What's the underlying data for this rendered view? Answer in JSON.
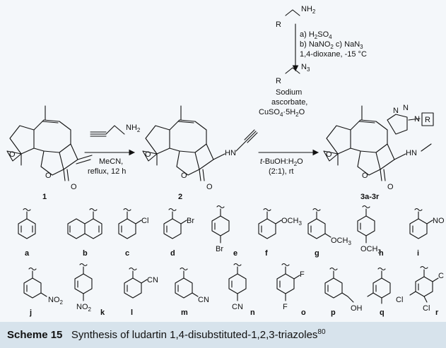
{
  "scheme": {
    "compounds": {
      "start": "1",
      "intermediate": "2",
      "products": "3a-3r"
    },
    "top_reagent": {
      "amine_r": "R",
      "amine_group": "NH",
      "amine_sub": "2",
      "step_a": "a) H",
      "step_a_sub": "2",
      "step_a_tail": "SO",
      "step_a_sub2": "4",
      "step_b": "b) NaNO",
      "step_b_sub": "2",
      "step_c": " c) NaN",
      "step_c_sub": "3",
      "solvent": "1,4-dioxane, -15 °C",
      "azide_r": "R",
      "azide_group": "N",
      "azide_sub": "3"
    },
    "step1": {
      "reagent_group": "NH",
      "reagent_sub": "2",
      "conditions_1": "MeCN,",
      "conditions_2": "reflux, 12 h"
    },
    "step2": {
      "line1": "Sodium",
      "line2": "ascorbate,",
      "line3a": "CuSO",
      "line3_sub": "4",
      "line3b": "·5H",
      "line3_sub2": "2",
      "line3c": "O",
      "line4a": "t",
      "line4b": "-BuOH:H",
      "line4_sub": "2",
      "line4c": "O",
      "line5": "(2:1), rt"
    },
    "atoms": {
      "O": "O",
      "HN": "HN",
      "N": "N",
      "R_box": "R"
    },
    "substituents": [
      {
        "letter": "a",
        "labels": []
      },
      {
        "letter": "b",
        "labels": []
      },
      {
        "letter": "c",
        "labels": [
          "Cl"
        ]
      },
      {
        "letter": "d",
        "labels": [
          "Br"
        ]
      },
      {
        "letter": "e",
        "labels": [
          "Br"
        ]
      },
      {
        "letter": "f",
        "labels": [
          "OCH3"
        ]
      },
      {
        "letter": "g",
        "labels": [
          "OCH3"
        ]
      },
      {
        "letter": "h",
        "labels": [
          "OCH3"
        ]
      },
      {
        "letter": "i",
        "labels": [
          "NO"
        ]
      },
      {
        "letter": "j",
        "labels": [
          "NO2"
        ]
      },
      {
        "letter": "k",
        "labels": [
          "NO2"
        ]
      },
      {
        "letter": "l",
        "labels": [
          "CN"
        ]
      },
      {
        "letter": "m",
        "labels": [
          "CN"
        ]
      },
      {
        "letter": "n",
        "labels": [
          "CN"
        ]
      },
      {
        "letter": "o",
        "labels": [
          "F",
          "F"
        ]
      },
      {
        "letter": "p",
        "labels": [
          "OH"
        ]
      },
      {
        "letter": "q",
        "labels": []
      },
      {
        "letter": "r",
        "labels": [
          "Cl",
          "Cl",
          "C"
        ]
      }
    ]
  },
  "caption": {
    "label": "Scheme 15",
    "text": "Synthesis of ludartin 1,4-disubstituted-1,2,3-triazoles",
    "ref": "80"
  }
}
